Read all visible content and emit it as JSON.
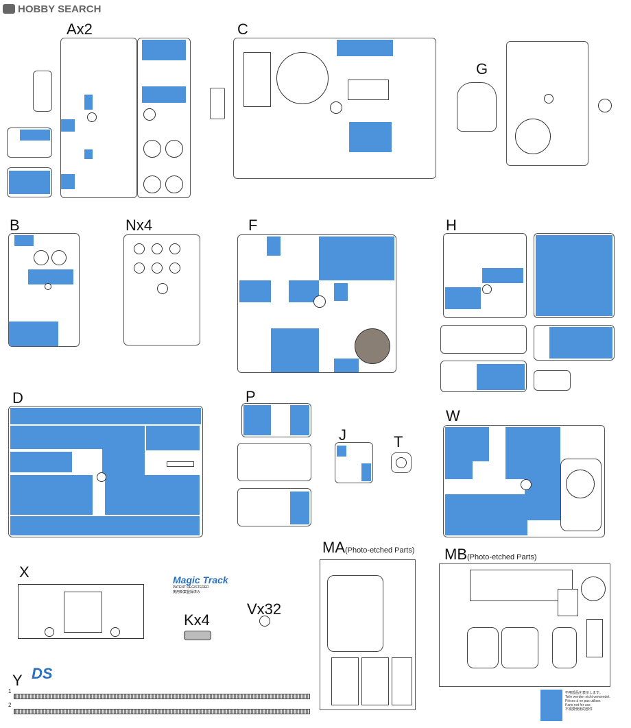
{
  "watermark": "HOBBY SEARCH",
  "sprues": {
    "ax2": "Ax2",
    "c": "C",
    "g": "G",
    "b": "B",
    "nx4": "Nx4",
    "f": "F",
    "h": "H",
    "d": "D",
    "p": "P",
    "j": "J",
    "t": "T",
    "w": "W",
    "x": "X",
    "kx4": "Kx4",
    "vx32": "Vx32",
    "y": "Y",
    "ma": "MA",
    "mb": "MB"
  },
  "photo_etched_note": "(Photo-etched Parts)",
  "magic_track": {
    "logo": "Magic Track",
    "patent_line1": "PATENT REGISTERED",
    "patent_line2": "実用新案登録済み"
  },
  "ds_logo": "DS",
  "track_labels": [
    "1",
    "2"
  ],
  "legend": {
    "line1": "不用部品を表示します。",
    "line2": "Teile werden nicht verwendet.",
    "line3": "Pièces à ne pas utiliser.",
    "line4": "Parts not for use.",
    "line5": "不需要使用的部件"
  },
  "colors": {
    "unused_parts": "#4d93db",
    "sprue_outline": "#555555"
  }
}
